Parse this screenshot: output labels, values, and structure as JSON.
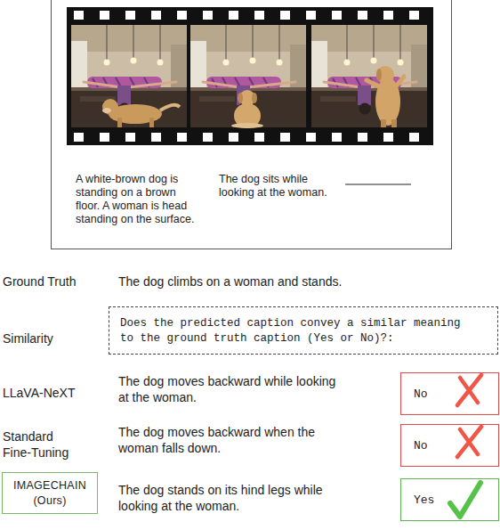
{
  "diagram": {
    "nodes": [
      {
        "text": [
          "A white-brown dog is standing on a brown floor. A woman is head standing on the surface.",
          "The dog sits while looking at the woman."
        ]
      },
      {
        "text": [
          "Does the predicted caption convey a similar meaning to the ground truth caption (Yes or No)?:"
        ]
      },
      {
        "text": [
          "No"
        ]
      },
      {
        "text": [
          "No"
        ]
      },
      {
        "text": [
          "IMAGECHAIN (Ours)"
        ]
      },
      {
        "text": [
          "Yes"
        ]
      }
    ],
    "labels": [
      "Ground Truth",
      "The dog climbs on a woman and stands.",
      "Similarity",
      "LLaVA-NeXT",
      "The dog moves backward while looking at the woman.",
      "Standard Fine-Tuning",
      "The dog moves backward when the woman falls down.",
      "The dog stands on its hind legs while looking at the woman."
    ]
  }
}
